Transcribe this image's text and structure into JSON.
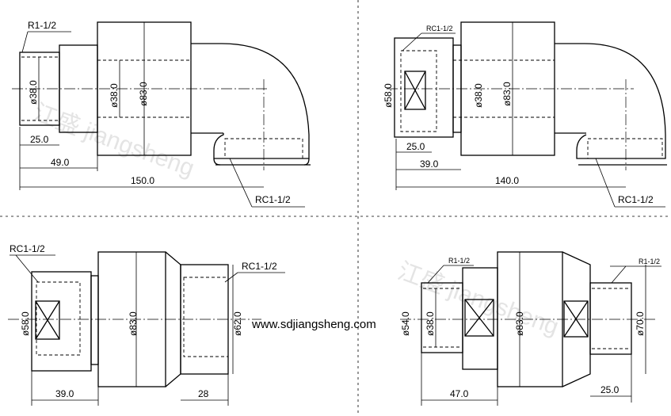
{
  "website": "www.sdjiangsheng.com",
  "watermark": "江盛 jiangsheng",
  "views": [
    {
      "id": "top-left",
      "labels": {
        "thread_in": "R1-1/2",
        "thread_out": "RC1-1/2",
        "dia_a": "ø38.0",
        "dia_b": "ø38.0",
        "dia_c": "ø83.0",
        "len_a": "25.0",
        "len_b": "49.0",
        "len_c": "150.0"
      }
    },
    {
      "id": "top-right",
      "labels": {
        "thread_in": "RC1-1/2",
        "thread_out": "RC1-1/2",
        "dia_a": "ø58.0",
        "dia_b": "ø38.0",
        "dia_c": "ø83.0",
        "len_a": "25.0",
        "len_b": "39.0",
        "len_c": "140.0"
      }
    },
    {
      "id": "bottom-left",
      "labels": {
        "thread_in": "RC1-1/2",
        "thread_out": "RC1-1/2",
        "dia_a": "ø58.0",
        "dia_b": "ø83.0",
        "dia_c": "ø62.0",
        "len_a": "39.0",
        "len_b": "28"
      }
    },
    {
      "id": "bottom-right",
      "labels": {
        "thread_in": "R1-1/2",
        "thread_out": "R1-1/2",
        "dia_a": "ø54.0",
        "dia_b": "ø38.0",
        "dia_c": "ø83.0",
        "dia_d": "ø70.0",
        "len_a": "47.0",
        "len_b": "25.0"
      }
    }
  ]
}
